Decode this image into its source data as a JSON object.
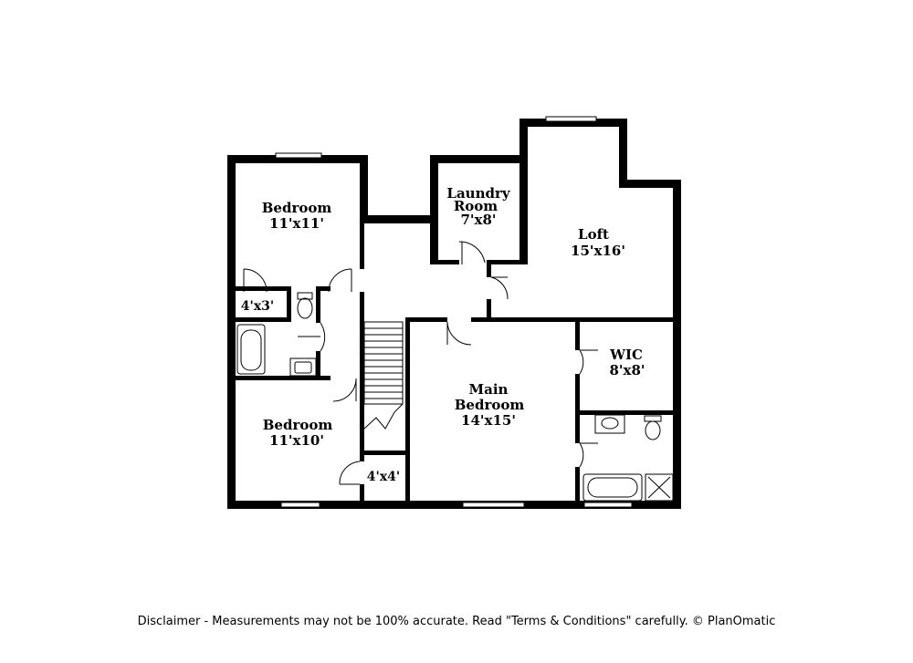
{
  "rooms": {
    "bedroom_top": {
      "name": "Bedroom",
      "size": "11'x11'"
    },
    "laundry": {
      "name_line1": "Laundry",
      "name_line2": "Room",
      "size": "7'x8'"
    },
    "loft": {
      "name": "Loft",
      "size": "15'x16'"
    },
    "closet_small": {
      "size": "4'x3'"
    },
    "wic": {
      "name": "WIC",
      "size": "8'x8'"
    },
    "main_bedroom": {
      "name_line1": "Main",
      "name_line2": "Bedroom",
      "size": "14'x15'"
    },
    "bedroom_bottom": {
      "name": "Bedroom",
      "size": "11'x10'"
    },
    "closet_bottom": {
      "size": "4'x4'"
    }
  },
  "disclaimer": "Disclaimer - Measurements may not be 100% accurate. Read \"Terms & Conditions\" carefully. © PlanOmatic"
}
